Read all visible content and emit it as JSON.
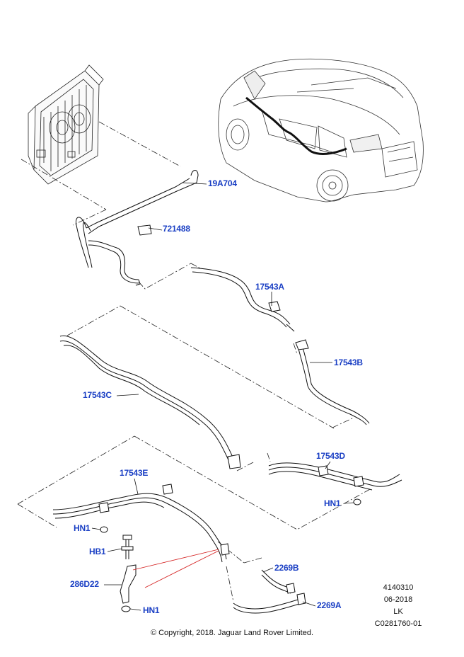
{
  "callouts": {
    "p19A704": "19A704",
    "p721488": "721488",
    "p17543A": "17543A",
    "p17543B": "17543B",
    "p17543C": "17543C",
    "p17543D": "17543D",
    "p17543E": "17543E",
    "hn1_right": "HN1",
    "hn1_left": "HN1",
    "hb1": "HB1",
    "p286D22": "286D22",
    "hn1_bottom": "HN1",
    "p2269B": "2269B",
    "p2269A": "2269A"
  },
  "drawing_info": {
    "number": "4140310",
    "date": "06-2018",
    "initials": "LK",
    "code": "C0281760-01"
  },
  "copyright": "© Copyright, 2018. Jaguar Land Rover Limited.",
  "colors": {
    "callout": "#1a3fc4",
    "line": "#1a1a1a",
    "leader_red": "#d42020"
  }
}
